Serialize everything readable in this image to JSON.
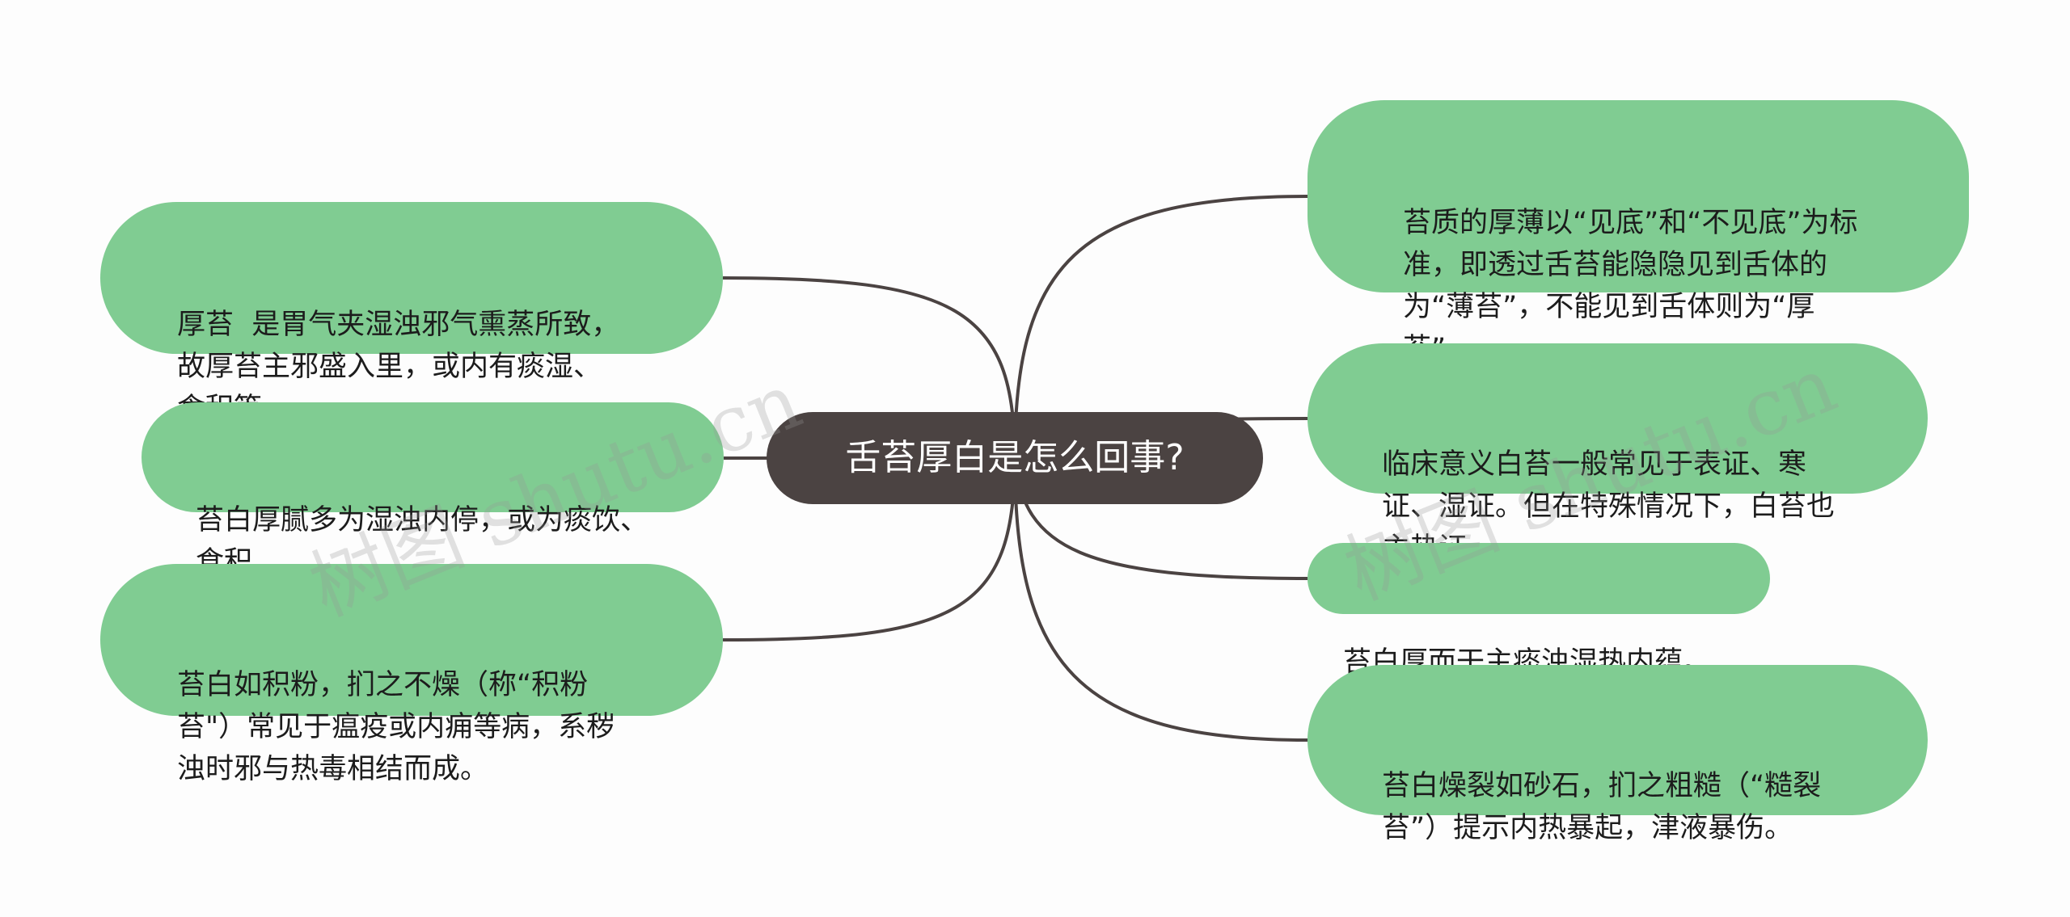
{
  "mindmap": {
    "root": "舌苔厚白是怎么回事?",
    "left_nodes": [
      "厚苔  是胃气夹湿浊邪气熏蒸所致，故厚苔主邪盛入里，或内有痰湿、食积等。",
      "苔白厚腻多为湿浊内停，或为痰饮、食积。",
      "苔白如积粉，扪之不燥（称“积粉苔\"）常见于瘟疫或内痈等病，系秽浊时邪与热毒相结而成。"
    ],
    "right_nodes": [
      "苔质的厚薄以“见底”和“不见底”为标准，即透过舌苔能隐隐见到舌体的为“薄苔”，不能见到舌体则为“厚苔”。",
      "临床意义白苔一般常见于表证、寒证、湿证。但在特殊情况下，白苔也主热证。",
      "苔白厚而干主痰浊湿热内蕴。",
      "苔白燥裂如砂石，扪之粗糙（“糙裂苔”）提示内热暴起，津液暴伤。"
    ]
  },
  "watermark": "树图 shutu.cn",
  "colors": {
    "background": "#fdfdfd",
    "root_fill": "#4b4342",
    "root_text": "#ffffff",
    "node_fill": "#80cc92",
    "node_text": "#1c1c1c",
    "connector": "#4b4342"
  }
}
